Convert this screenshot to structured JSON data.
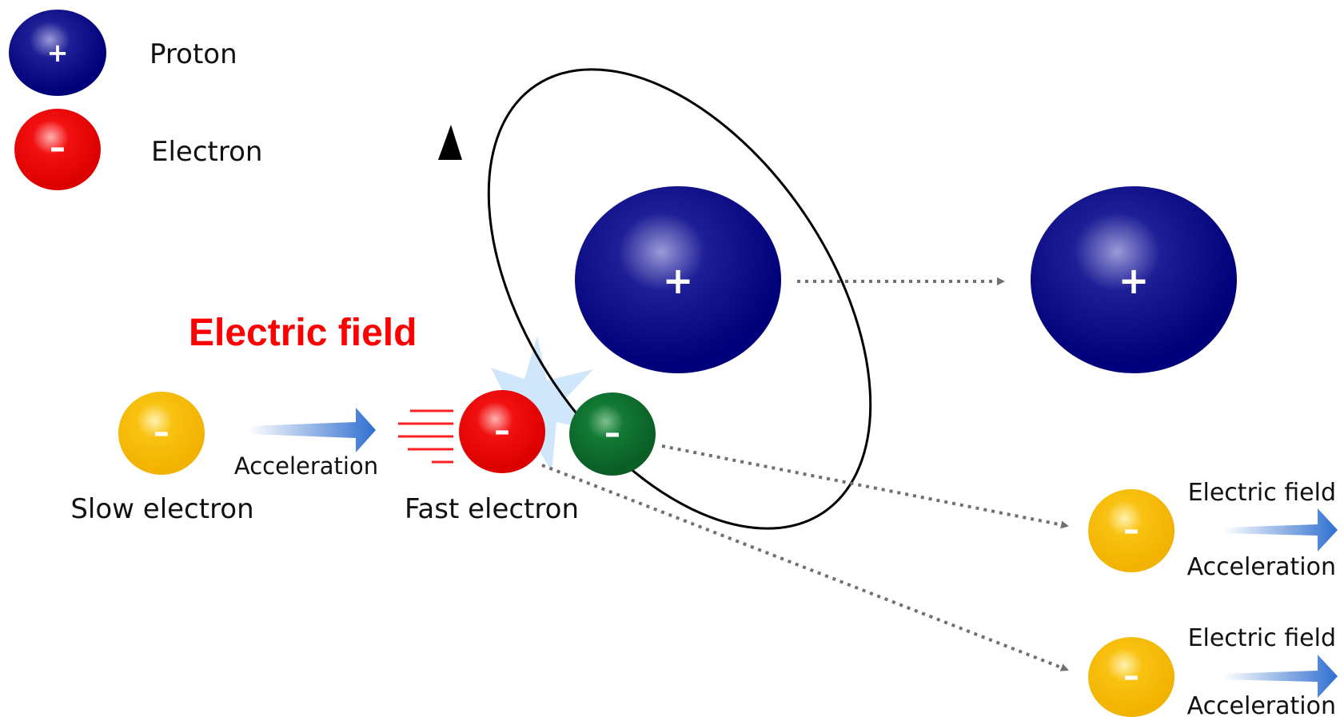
{
  "legend": {
    "proton_label": "Proton",
    "electron_label": "Electron"
  },
  "field_title": "Electric field",
  "charges": {
    "plus": "+",
    "minus": "–"
  },
  "slow_electron": {
    "label": "Slow electron",
    "arrow_label": "Acceleration"
  },
  "fast_electron": {
    "label": "Fast electron"
  },
  "secondary_electrons": [
    {
      "field_label": "Electric field",
      "accel_label": "Acceleration"
    },
    {
      "field_label": "Electric field",
      "accel_label": "Acceleration"
    }
  ],
  "colors": {
    "proton": "#00007a",
    "electron_legend": "#e60000",
    "electron_fast": "#e60000",
    "electron_slow": "#f5b800",
    "electron_green": "#0b6b2a",
    "field_title": "#ff0000",
    "arrow_blue": "#2f6fd0",
    "dotted_gray": "#707070",
    "flash": "#cfe6fb"
  }
}
